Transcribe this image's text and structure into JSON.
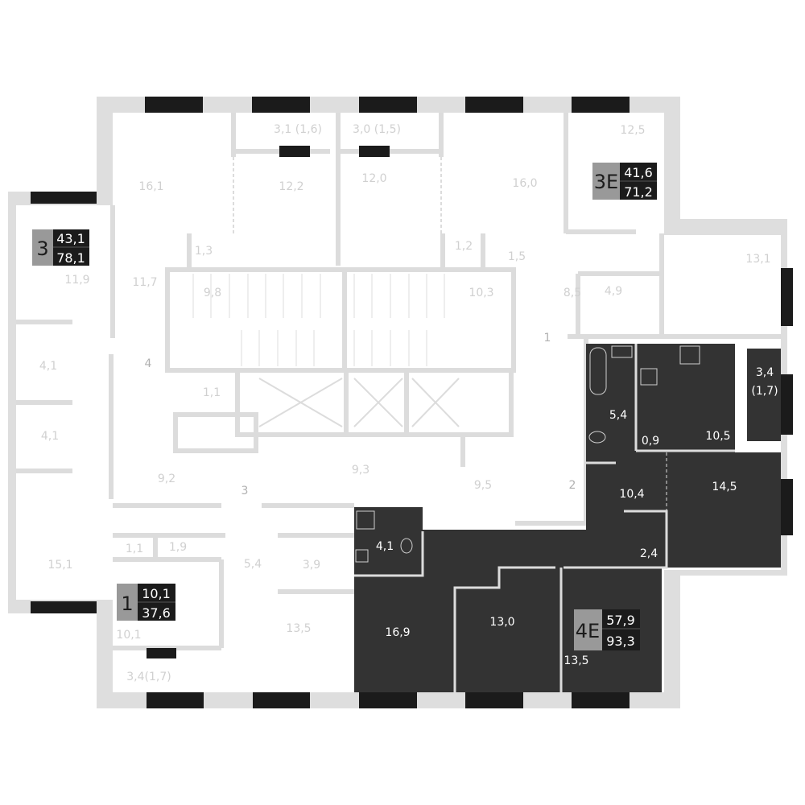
{
  "apartments": [
    {
      "type": "3",
      "living_area": "43,1",
      "total_area": "78,1"
    },
    {
      "type": "3E",
      "living_area": "41,6",
      "total_area": "71,2"
    },
    {
      "type": "1",
      "living_area": "10,1",
      "total_area": "37,6"
    },
    {
      "type": "4E",
      "living_area": "57,9",
      "total_area": "93,3"
    }
  ],
  "rooms_light": [
    "16,1",
    "3,1 (1,6)",
    "3,0 (1,5)",
    "12,2",
    "12,0",
    "16,0",
    "12,5",
    "13,1",
    "11,9",
    "11,7",
    "1,3",
    "9,8",
    "10,3",
    "1,2",
    "1,5",
    "8,5",
    "4,9",
    "4,1",
    "4,1",
    "1,1",
    "9,2",
    "9,3",
    "9,5",
    "15,1",
    "1,1",
    "1,9",
    "5,4",
    "3,9",
    "10,1",
    "13,5",
    "3,4(1,7)"
  ],
  "rooms_dark": [
    "5,4",
    "0,9",
    "10,5",
    "3,4",
    "(1,7)",
    "14,5",
    "10,4",
    "4,1",
    "2,4",
    "16,9",
    "13,0",
    "13,5"
  ],
  "section_numbers": [
    "1",
    "2",
    "3",
    "4"
  ],
  "colors": {
    "wall": "#dcdcdc",
    "selected_apartment": "#333333",
    "window": "#1b1b1b",
    "badge_gray": "#999999"
  }
}
